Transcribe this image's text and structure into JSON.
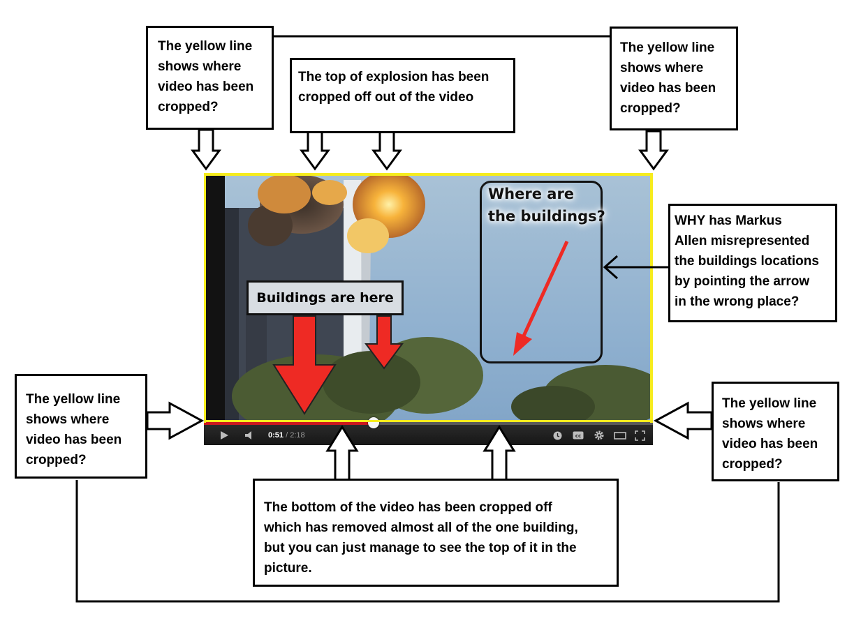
{
  "notes": {
    "top_left": "The yellow line\nshows where\nvideo has been\ncropped?",
    "top_center": "The top of explosion has been\ncropped off out of the video",
    "top_right": "The yellow line\nshows where\nvideo has been\ncropped?",
    "right": "WHY has Markus\nAllen misrepresented\nthe buildings locations\nby pointing the arrow\nin the wrong place?",
    "left": "The yellow line\nshows where\nvideo has been\ncropped?",
    "bottom_right": "The yellow line\nshows where\nvideo has been\ncropped?",
    "bottom": "The bottom of the video has been cropped off\nwhich has removed almost all of the one building,\nbut you can just manage to see the top of it in the\npicture."
  },
  "video": {
    "question_label": "Where are\nthe buildings?",
    "buildings_label": "Buildings are here",
    "time_current": "0:51",
    "time_total": "/ 2:18",
    "progress": 0.378,
    "icons": [
      "play-icon",
      "volume-icon",
      "watch-later-icon",
      "captions-icon",
      "settings-gear-icon",
      "theater-mode-icon",
      "fullscreen-icon"
    ]
  },
  "colors": {
    "crop_line": "#f6ec1e",
    "annotation_arrow": "#ee2a24",
    "progress_played": "#cc181e"
  }
}
